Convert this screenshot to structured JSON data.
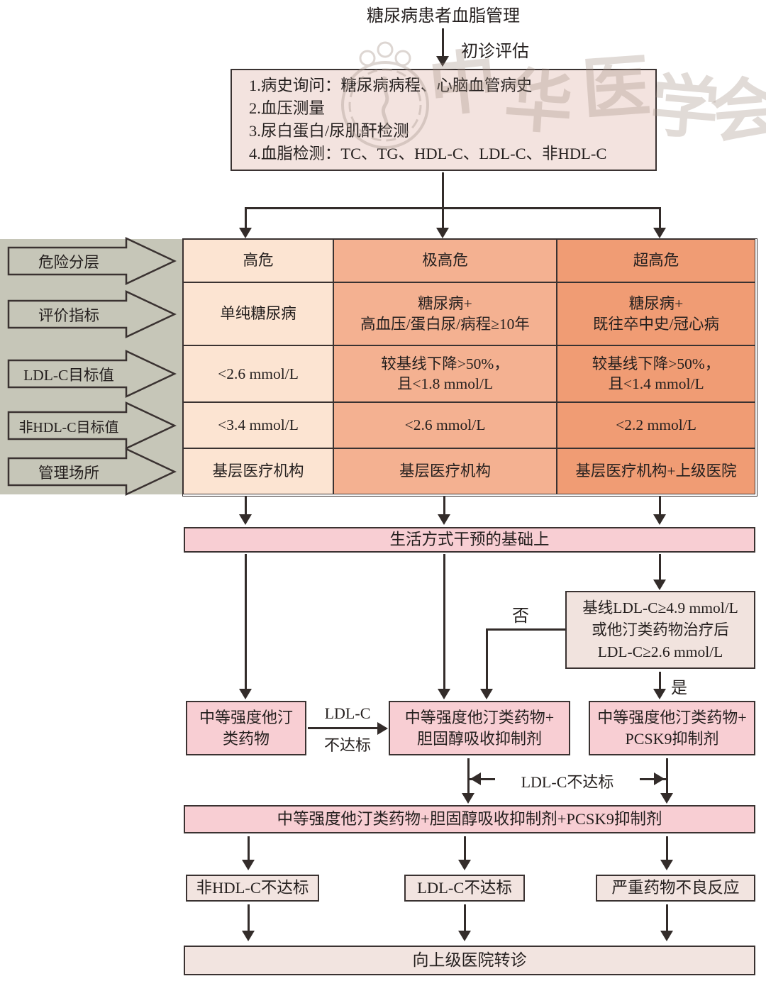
{
  "title": "糖尿病患者血脂管理",
  "initial_eval_label": "初诊评估",
  "eval_box": {
    "line1": "1.病史询问：糖尿病病程、心脑血管病史",
    "line2": "2.血压测量",
    "line3": "3.尿白蛋白/尿肌酐检测",
    "line4": "4.血脂检测：TC、TG、HDL-C、LDL-C、非HDL-C"
  },
  "row_labels": {
    "r1": "危险分层",
    "r2": "评价指标",
    "r3": "LDL-C目标值",
    "r4": "非HDL-C目标值",
    "r5": "管理场所"
  },
  "table": {
    "c1": {
      "level": "高危",
      "criteria": "单纯糖尿病",
      "ldl": "<2.6 mmol/L",
      "nonhdl": "<3.4 mmol/L",
      "setting": "基层医疗机构"
    },
    "c2": {
      "level": "极高危",
      "criteria1": "糖尿病+",
      "criteria2": "高血压/蛋白尿/病程≥10年",
      "ldl1": "较基线下降>50%，",
      "ldl2": "且<1.8 mmol/L",
      "nonhdl": "<2.6 mmol/L",
      "setting": "基层医疗机构"
    },
    "c3": {
      "level": "超高危",
      "criteria1": "糖尿病+",
      "criteria2": "既往卒中史/冠心病",
      "ldl1": "较基线下降>50%，",
      "ldl2": "且<1.4 mmol/L",
      "nonhdl": "<2.2 mmol/L",
      "setting": "基层医疗机构+上级医院"
    }
  },
  "lifestyle_bar": "生活方式干预的基础上",
  "decision": {
    "line1": "基线LDL-C≥4.9 mmol/L",
    "line2": "或他汀类药物治疗后",
    "line3": "LDL-C≥2.6 mmol/L",
    "no": "否",
    "yes": "是"
  },
  "statin_box": {
    "line1": "中等强度他汀",
    "line2": "类药物"
  },
  "statin_arrow": {
    "line1": "LDL-C",
    "line2": "不达标"
  },
  "combo_ezetimibe": {
    "line1": "中等强度他汀类药物+",
    "line2": "胆固醇吸收抑制剂"
  },
  "combo_pcsk9": {
    "line1": "中等强度他汀类药物+",
    "line2": "PCSK9抑制剂"
  },
  "ldl_fail_label": "LDL-C不达标",
  "triple_bar": "中等强度他汀类药物+胆固醇吸收抑制剂+PCSK9抑制剂",
  "outcomes": {
    "o1": "非HDL-C不达标",
    "o2": "LDL-C不达标",
    "o3": "严重药物不良反应"
  },
  "referral_bar": "向上级医院转诊",
  "watermark": {
    "w1": "中",
    "w2": "华",
    "w3": "医",
    "w4": "学",
    "w5": "会"
  },
  "colors": {
    "high_risk": "#fce4d2",
    "very_high_risk": "#f4b191",
    "extreme_high_risk": "#f09c74",
    "panel_gray": "#c6c6b8",
    "pink_box": "#f8ced3",
    "beige_box": "#f3e3df",
    "line": "#332c2a"
  }
}
